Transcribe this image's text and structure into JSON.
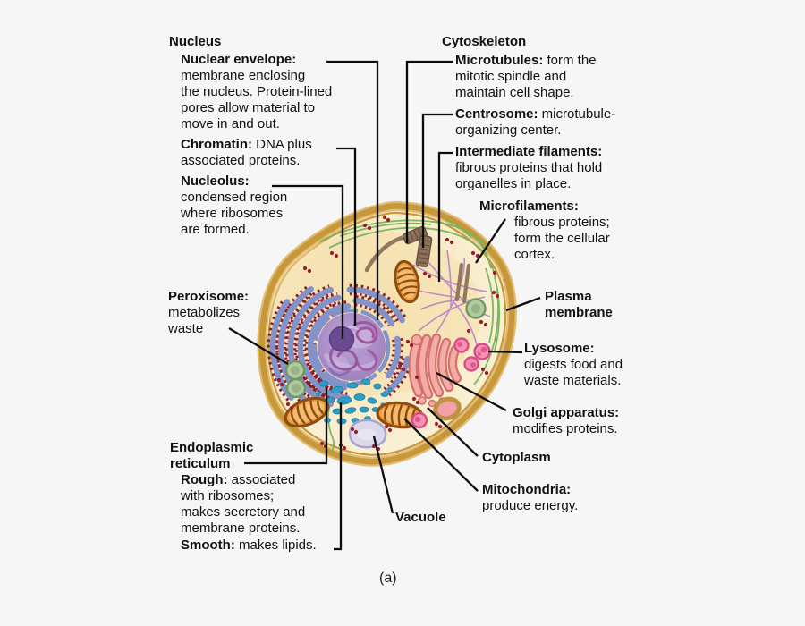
{
  "diagram": {
    "title_caption": "(a)",
    "labels": {
      "nucleus_header": {
        "term": "Nucleus"
      },
      "nuclear_envelope": {
        "term": "Nuclear envelope:",
        "desc": "membrane enclosing\nthe nucleus. Protein-lined\npores allow material to\nmove in and out."
      },
      "chromatin": {
        "term": "Chromatin:",
        "desc": " DNA plus\nassociated proteins."
      },
      "nucleolus": {
        "term": "Nucleolus:",
        "desc": "condensed region\nwhere ribosomes\nare formed."
      },
      "peroxisome": {
        "term": "Peroxisome:",
        "desc": "metabolizes\nwaste"
      },
      "er_header": {
        "term": "Endoplasmic\nreticulum"
      },
      "rough_er": {
        "term": "Rough:",
        "desc": " associated\nwith ribosomes;\nmakes secretory and\nmembrane proteins."
      },
      "smooth_er": {
        "term": "Smooth:",
        "desc": " makes lipids."
      },
      "cytoskeleton_header": {
        "term": "Cytoskeleton"
      },
      "microtubules": {
        "term": "Microtubules:",
        "desc": " form the\nmitotic spindle and\nmaintain cell shape."
      },
      "centrosome": {
        "term": "Centrosome:",
        "desc": " microtubule-\norganizing center."
      },
      "intermediate_filaments": {
        "term": "Intermediate filaments:",
        "desc": "fibrous proteins that hold\norganelles in place."
      },
      "microfilaments": {
        "term": "Microfilaments:",
        "desc": "fibrous proteins;\nform the cellular\ncortex."
      },
      "plasma_membrane": {
        "term": "Plasma\nmembrane"
      },
      "lysosome": {
        "term": "Lysosome:",
        "desc": "digests food and\nwaste materials."
      },
      "golgi": {
        "term": "Golgi apparatus:",
        "desc": "modifies proteins."
      },
      "cytoplasm": {
        "term": "Cytoplasm"
      },
      "mitochondria": {
        "term": "Mitochondria:",
        "desc": "produce energy."
      },
      "vacuole": {
        "term": "Vacuole"
      }
    },
    "colors": {
      "background": "#f6f6f6",
      "membrane_gold": "#cc9d41",
      "cytoplasm_cream": "#f9efd3",
      "nucleus_purple": "#a88bc6",
      "nucleolus_purple": "#6a4b92",
      "er_blue": "#8392c8",
      "ribosome_red": "#8f1e2c",
      "golgi_pink": "#f4aca6",
      "lysosome_pink": "#f492b4",
      "mitochondria_orange": "#efa041",
      "peroxisome_green": "#b3c9a2",
      "smooth_er_teal": "#2e9ec6",
      "vacuole_lavender": "#dcd9ec",
      "line_black": "#0d0d0d"
    }
  }
}
